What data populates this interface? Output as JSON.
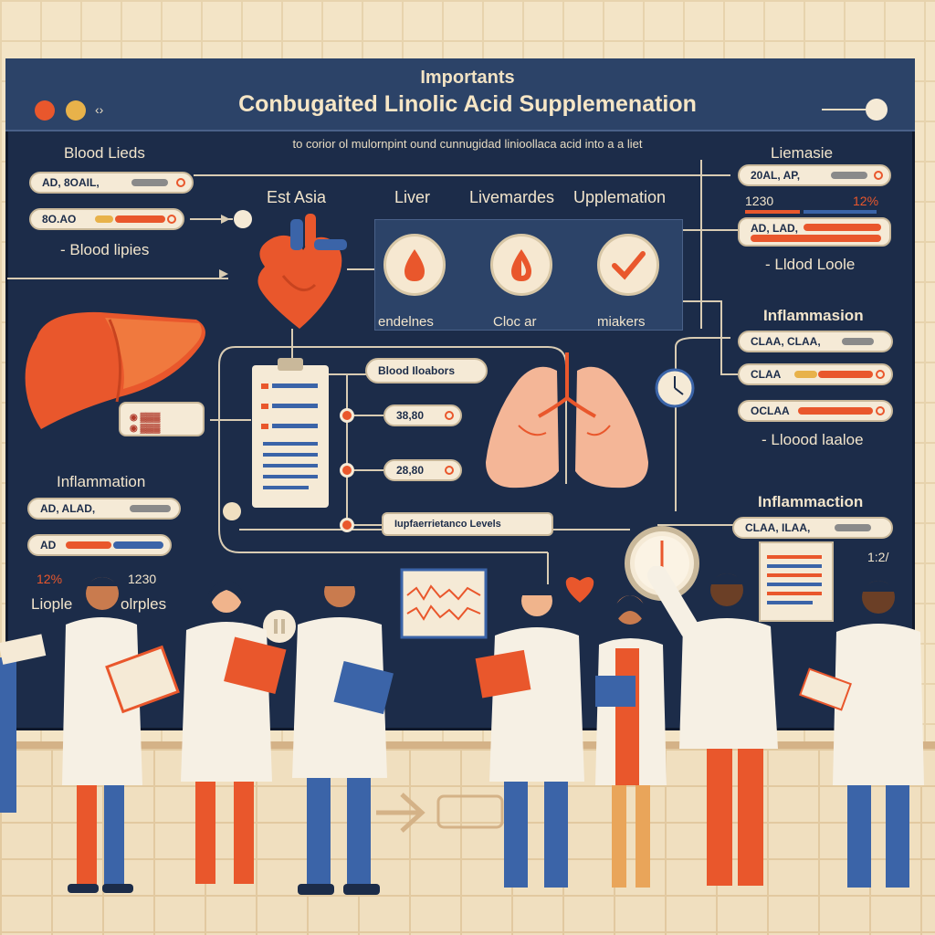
{
  "header": {
    "title_line1": "Importants",
    "title_line2": "Conbugaited Linolic Acid  Supplemenation",
    "subtitle": "to corior ol mulornpint ound cunnugidad linioollaca acid into a a liet"
  },
  "left": {
    "blood_lipids_heading": "Blood Lieds",
    "pill1": "AD, 8OAIL,",
    "pill2": "8O.AO",
    "blood_lipies": "- Blood lipies",
    "liver_pill": "",
    "inflammation_heading": "Inflammation",
    "infl_pill1": "AD, ALAD,",
    "infl_pill2": "AD",
    "pct_left": "12%",
    "pct_right": "1230",
    "liople": "Liople",
    "olrples": "olrples"
  },
  "center": {
    "est_asia": "Est Asia",
    "liver": "Liver",
    "livemardes": "Livemardes",
    "upplemation": "Upplemation",
    "endelnes": "endelnes",
    "clocar": "Cloc ar",
    "miakers": "miakers",
    "blood_markers": "Blood Iloabors",
    "val1": "38,80",
    "val2": "28,80",
    "levels": "Iupfaerrietanco Levels"
  },
  "right": {
    "liemasie": "Liemasie",
    "pill1": "20AL, AP,",
    "val_a": "1230",
    "val_b": "12%",
    "pill2": "AD, LAD,",
    "lidood_loole": "- Lldod Loole",
    "inflammation1": "Inflammasion",
    "pill3": "CLAA, CLAA,",
    "pill4": "CLAA",
    "pill5": "OCLAA",
    "lioood_laaloe": "- Lloood laaloe",
    "inflammation2": "Inflammaction",
    "pill6": "CLAA, ILAA,",
    "val_c": "1:2/"
  },
  "colors": {
    "board": "#1c2c49",
    "accent": "#e9572c",
    "cream": "#f5ead6",
    "blue": "#3b64a8"
  }
}
